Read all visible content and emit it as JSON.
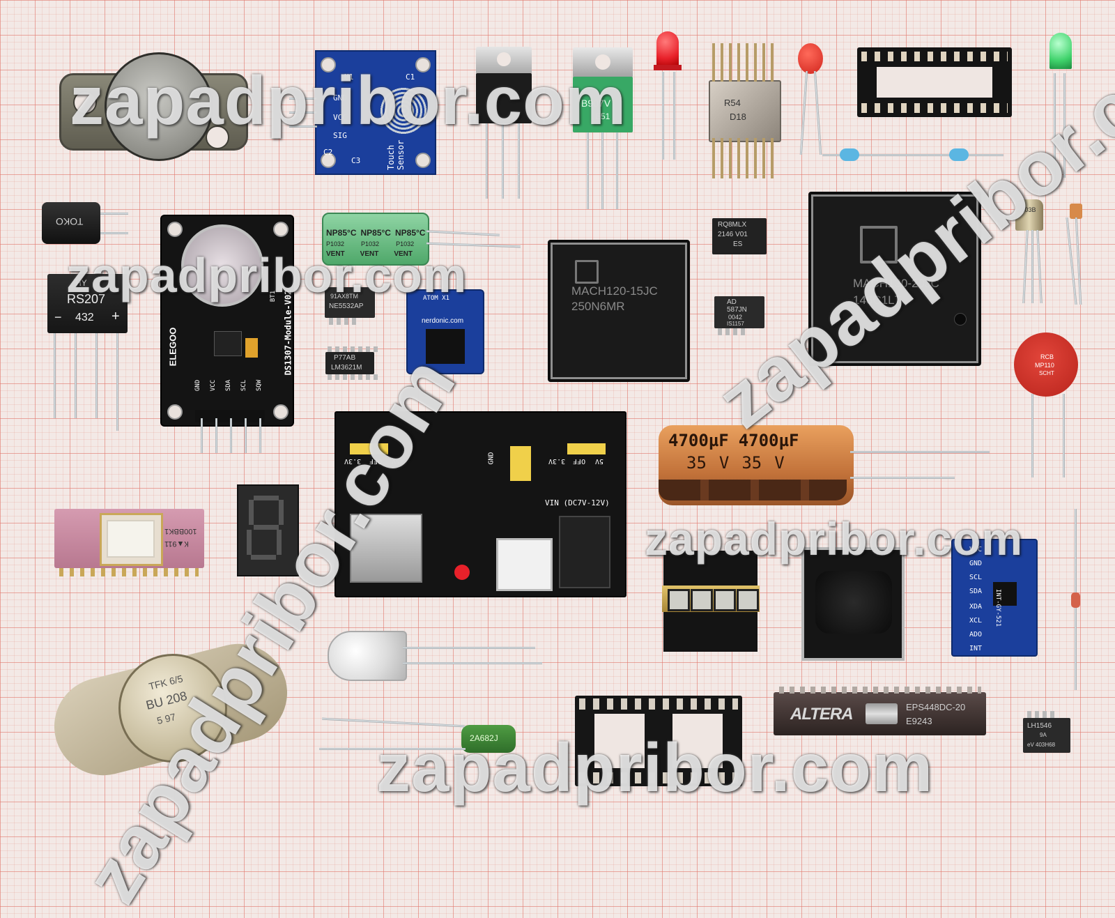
{
  "watermarks": {
    "top": "zapadpribor.com",
    "mid_left": "zapadpribor.com",
    "mid_right": "zapadpribor.com",
    "bottom": "zapadpribor.com",
    "diagonal_left": "zapadpribor.com",
    "diagonal_right": "zapadpribor.com"
  },
  "components": {
    "touch_sensor": {
      "pins": [
        "GND",
        "VCC",
        "SIG"
      ],
      "label": "Touch Sensor",
      "ref": "U1",
      "caps": [
        "C1",
        "C2",
        "C3"
      ]
    },
    "regulator": {
      "marking_1": "B907V",
      "marking_2": "E51"
    },
    "hybrid_ic": {
      "marking_1": "R54",
      "marking_2": "D18"
    },
    "inductor": {
      "label": "TOKO"
    },
    "bridge_rectifier": {
      "brand": "HY",
      "part": "RS207",
      "code": "432",
      "minus": "−",
      "plus": "+"
    },
    "rtc_module": {
      "brand": "ELEGOO",
      "name": "DS1307-Module-V02",
      "batt": "BT1",
      "pins": [
        "GND",
        "VCC",
        "SDA",
        "SCL",
        "SQW"
      ]
    },
    "green_cap": {
      "marking": "NP85°C",
      "code": "P1032",
      "vent": "VENT"
    },
    "soic_ic_1": {
      "line_1": "91AX8TM",
      "line_2": "NE5532AP"
    },
    "soic_ic_2": {
      "line_1": "P77AB",
      "line_2": "LM3621M"
    },
    "atom_board": {
      "line_1": "ATOM X1",
      "line_2": "nerdonic.com"
    },
    "mach120": {
      "line_1": "MACH120-15JC",
      "line_2": "250N6MR"
    },
    "mach130": {
      "line_1": "MACH130-20JC",
      "line_2": "146C1L7"
    },
    "tssop_ic": {
      "line_1": "RQ8MLX",
      "line_2": "2146 V01",
      "line_3": "ES"
    },
    "ad_ic": {
      "line_1": "AD",
      "line_2": "587JN",
      "line_3": "0042",
      "line_4": "IS1157"
    },
    "transistor_to18": {
      "marking": "2N03B"
    },
    "varistor": {
      "line_1": "RCB",
      "line_2": "MP110",
      "line_3": "SCHT"
    },
    "power_module": {
      "off": "OFF",
      "v33": "3.3V",
      "v5": "5V",
      "gnd": "GND",
      "vin": "VIN (DC7V-12V)"
    },
    "electrolytic_cap": {
      "value": "4700µF",
      "voltage": "35",
      "unit": "V"
    },
    "pink_ic": {
      "line_1": "100BBK1",
      "line_2": "К▲911"
    },
    "mpu_board": {
      "pins": [
        "VCC",
        "GND",
        "SCL",
        "SDA",
        "XDA",
        "XCL",
        "ADO",
        "INT"
      ],
      "name": "INT-GY-521"
    },
    "power_transistor": {
      "line_1": "TFK 6/5",
      "line_2": "BU 208",
      "line_3": "5 97"
    },
    "film_cap": {
      "marking": "2A682J"
    },
    "altera_chip": {
      "brand": "ALTERA",
      "part": "EPS448DC-20",
      "code": "E9243"
    },
    "small_ic": {
      "line_1": "LH1546",
      "line_2": "9A",
      "line_3": "eV 403H68"
    }
  },
  "colors": {
    "grid": "#e2786e",
    "paper": "#f3e9e6",
    "pcb_blue": "#1b3f9c",
    "pcb_black": "#141414",
    "led_red": "#e8212a",
    "led_green": "#3fd26b",
    "cap_orange": "#d98a4a"
  }
}
